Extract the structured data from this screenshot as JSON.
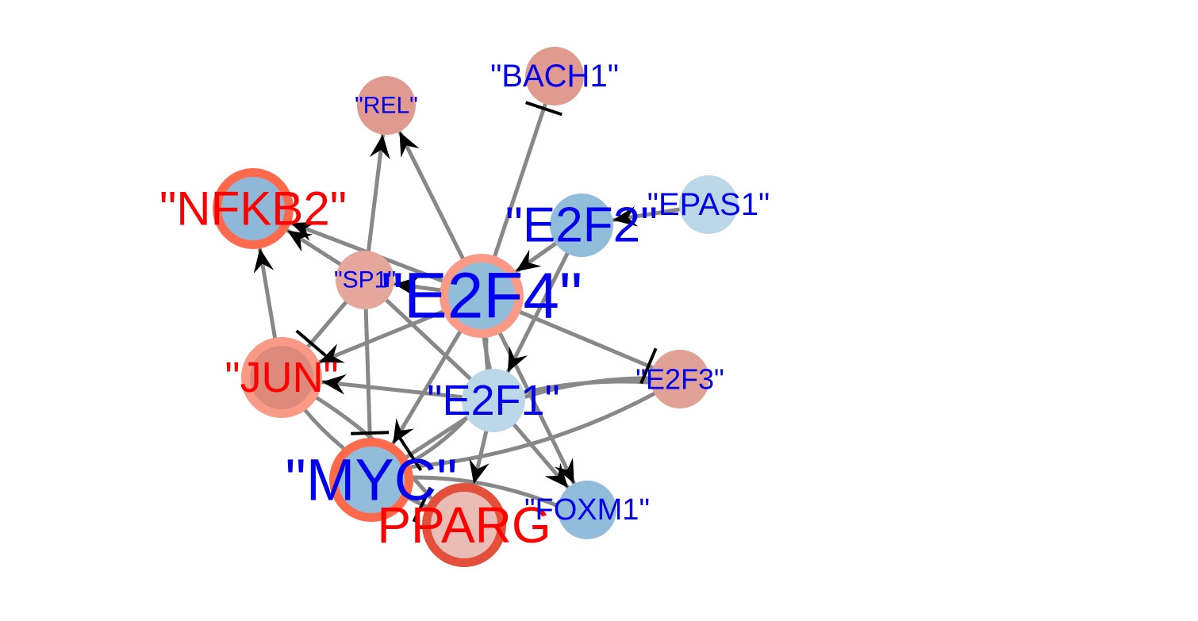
{
  "colors": {
    "edge": "#888888",
    "arrow": "#000000",
    "label_blue": "#0000ee",
    "label_red": "#ff0000"
  },
  "nodes": [
    {
      "id": "REL",
      "label": "\"REL\"",
      "fill": "#e09a8f",
      "ring": null,
      "label_color": "#0000ee",
      "size": "small"
    },
    {
      "id": "BACH1",
      "label": "\"BACH1\"",
      "fill": "#e09a8f",
      "ring": null,
      "label_color": "#0000ee",
      "size": "medium"
    },
    {
      "id": "NFKB2",
      "label": "\"NFKB2\"",
      "fill": "#8fb8d8",
      "ring": "#ff6a4d",
      "label_color": "#ff0000",
      "size": "large"
    },
    {
      "id": "E2F2",
      "label": "\"E2F2\"",
      "fill": "#91bddb",
      "ring": null,
      "label_color": "#0000ee",
      "size": "large"
    },
    {
      "id": "EPAS1",
      "label": "\"EPAS1\"",
      "fill": "#bcd7e8",
      "ring": null,
      "label_color": "#0000ee",
      "size": "medium"
    },
    {
      "id": "SP1",
      "label": "\"SP1\"",
      "fill": "#e5a79c",
      "ring": null,
      "label_color": "#0000ee",
      "size": "small"
    },
    {
      "id": "E2F4",
      "label": "\"E2F4\"",
      "fill": "#91bddb",
      "ring": "#fa9a86",
      "label_color": "#0000ee",
      "size": "xlarge"
    },
    {
      "id": "JUN",
      "label": "\"JUN\"",
      "fill": "#dd8a7c",
      "ring": "#fa9a86",
      "label_color": "#ff0000",
      "size": "large"
    },
    {
      "id": "E2F3",
      "label": "\"E2F3\"",
      "fill": "#e0a196",
      "ring": "#fa9a86",
      "label_color": "#0000ee",
      "size": "medium"
    },
    {
      "id": "E2F1",
      "label": "\"E2F1\"",
      "fill": "#bcd7e8",
      "ring": null,
      "label_color": "#0000ee",
      "size": "large"
    },
    {
      "id": "MYC",
      "label": "\"MYC\"",
      "fill": "#91bddb",
      "ring": "#ff6a4d",
      "label_color": "#0000ee",
      "size": "xlarge"
    },
    {
      "id": "PPARG",
      "label": "PPARG",
      "fill": "#e9bcb5",
      "ring": "#e34f3a",
      "label_color": "#ff0000",
      "size": "xlarge"
    },
    {
      "id": "FOXM1",
      "label": "\"FOXM1\"",
      "fill": "#91bddb",
      "ring": "#fdd2c6",
      "label_color": "#0000ee",
      "size": "medium"
    }
  ],
  "edges": [
    {
      "from": "SP1",
      "to": "REL",
      "type": "activation"
    },
    {
      "from": "E2F4",
      "to": "REL",
      "type": "activation"
    },
    {
      "from": "E2F4",
      "to": "BACH1",
      "type": "inhibition"
    },
    {
      "from": "SP1",
      "to": "NFKB2",
      "type": "activation"
    },
    {
      "from": "E2F4",
      "to": "NFKB2",
      "type": "activation"
    },
    {
      "from": "E2F4",
      "to": "E2F2",
      "type": "plain"
    },
    {
      "from": "EPAS1",
      "to": "E2F2",
      "type": "activation"
    },
    {
      "from": "E2F2",
      "to": "E2F4",
      "type": "activation"
    },
    {
      "from": "E2F2",
      "to": "E2F1",
      "type": "activation"
    },
    {
      "from": "E2F4",
      "to": "SP1",
      "type": "activation"
    },
    {
      "from": "E2F4",
      "to": "E2F3",
      "type": "inhibition"
    },
    {
      "from": "E2F4",
      "to": "JUN",
      "type": "activation"
    },
    {
      "from": "E2F4",
      "to": "MYC",
      "type": "activation"
    },
    {
      "from": "E2F4",
      "to": "E2F1",
      "type": "plain"
    },
    {
      "from": "E2F1",
      "to": "E2F4",
      "type": "plain"
    },
    {
      "from": "JUN",
      "to": "NFKB2",
      "type": "activation"
    },
    {
      "from": "E2F1",
      "to": "JUN",
      "type": "activation"
    },
    {
      "from": "E2F1",
      "to": "SP1",
      "type": "plain"
    },
    {
      "from": "SP1",
      "to": "JUN",
      "type": "inhibition"
    },
    {
      "from": "SP1",
      "to": "MYC",
      "type": "inhibition"
    },
    {
      "from": "E2F1",
      "to": "MYC",
      "type": "inhibition"
    },
    {
      "from": "E2F1",
      "to": "PPARG",
      "type": "activation"
    },
    {
      "from": "E2F1",
      "to": "FOXM1",
      "type": "activation"
    },
    {
      "from": "E2F4",
      "to": "FOXM1",
      "type": "activation"
    },
    {
      "from": "E2F3",
      "to": "E2F1",
      "type": "plain"
    },
    {
      "from": "E2F1",
      "to": "E2F3",
      "type": "plain"
    },
    {
      "from": "JUN",
      "to": "MYC",
      "type": "plain"
    },
    {
      "from": "JUN",
      "to": "PPARG",
      "type": "plain"
    },
    {
      "from": "MYC",
      "to": "FOXM1",
      "type": "plain"
    },
    {
      "from": "MYC",
      "to": "E2F1",
      "type": "plain"
    },
    {
      "from": "MYC",
      "to": "PPARG",
      "type": "inhibition"
    },
    {
      "from": "E2F3",
      "to": "MYC",
      "type": "plain"
    }
  ]
}
